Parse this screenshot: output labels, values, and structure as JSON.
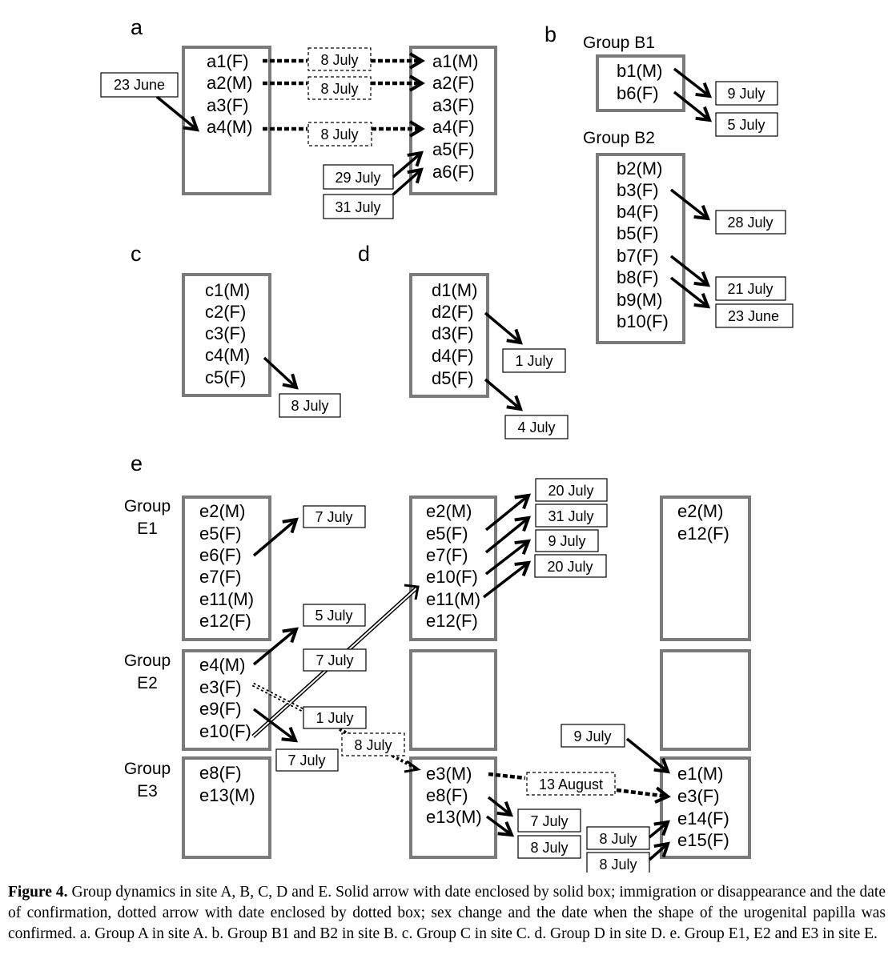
{
  "panels": {
    "a": {
      "label": "a",
      "left_box": [
        "a1(F)",
        "a2(M)",
        "a3(F)",
        "a4(M)"
      ],
      "right_box": [
        "a1(M)",
        "a2(F)",
        "a3(F)",
        "a4(F)",
        "a5(F)",
        "a6(F)"
      ],
      "dates": {
        "immigration_a4": "23 June",
        "sex_change_a1": "8 July",
        "sex_change_a2": "8 July",
        "sex_change_a4": "8 July",
        "immigration_a5": "29 July",
        "immigration_a6": "31 July"
      }
    },
    "b": {
      "label": "b",
      "group_b1_title": "Group B1",
      "group_b1": [
        "b1(M)",
        "b6(F)"
      ],
      "group_b2_title": "Group B2",
      "group_b2": [
        "b2(M)",
        "b3(F)",
        "b4(F)",
        "b5(F)",
        "b7(F)",
        "b8(F)",
        "b9(M)",
        "b10(F)"
      ],
      "dates": {
        "b1_out": "9 July",
        "b6_out": "5 July",
        "b3_out": "28 July",
        "b7_out": "21 July",
        "b8_out": "23 June"
      }
    },
    "c": {
      "label": "c",
      "box": [
        "c1(M)",
        "c2(F)",
        "c3(F)",
        "c4(M)",
        "c5(F)"
      ],
      "dates": {
        "c4_out": "8 July"
      }
    },
    "d": {
      "label": "d",
      "box": [
        "d1(M)",
        "d2(F)",
        "d3(F)",
        "d4(F)",
        "d5(F)"
      ],
      "dates": {
        "d2_out": "1 July",
        "d5_out": "4 July"
      }
    },
    "e": {
      "label": "e",
      "group_e1_title": [
        "Group",
        "E1"
      ],
      "group_e2_title": [
        "Group",
        "E2"
      ],
      "group_e3_title": [
        "Group",
        "E3"
      ],
      "e1_col1": [
        "e2(M)",
        "e5(F)",
        "e6(F)",
        "e7(F)",
        "e11(M)",
        "e12(F)"
      ],
      "e1_col2": [
        "e2(M)",
        "e5(F)",
        "e7(F)",
        "e10(F)",
        "e11(M)",
        "e12(F)"
      ],
      "e1_col3": [
        "e2(M)",
        "e12(F)"
      ],
      "e2_col1": [
        "e4(M)",
        "e3(F)",
        "e9(F)",
        "e10(F)"
      ],
      "e3_col1": [
        "e8(F)",
        "e13(M)"
      ],
      "e3_col2": [
        "e3(M)",
        "e8(F)",
        "e13(M)"
      ],
      "e3_col3": [
        "e1(M)",
        "e3(F)",
        "e14(F)",
        "e15(F)"
      ],
      "dates": {
        "e6_out": "7 July",
        "e4_out": "5 July",
        "e10_move": "7 July",
        "e3_move": "1 July",
        "e3_sex_change": "8 July",
        "e9_out": "7 July",
        "e5_out": "20 July",
        "e7_out": "31 July",
        "e10_out": "9 July",
        "e11_out": "20 July",
        "e1_in": "9 July",
        "e3_sex_change_2": "13 August",
        "e8_out": "7 July",
        "e13_out": "8 July",
        "e14_in": "8 July",
        "e15_in": "8 July"
      }
    }
  },
  "caption": {
    "figure_label": "Figure 4.",
    "text": " Group dynamics in site A, B, C, D and E. Solid arrow with date enclosed by solid box; immigration or disappearance and the date of confirmation, dotted arrow with date enclosed by dotted box; sex change and the date when the shape of the urogenital papilla was confirmed. a. Group A in site A. b. Group B1 and B2 in site B. c. Group C in site C. d. Group D in site D. e. Group E1, E2 and E3 in site E."
  }
}
